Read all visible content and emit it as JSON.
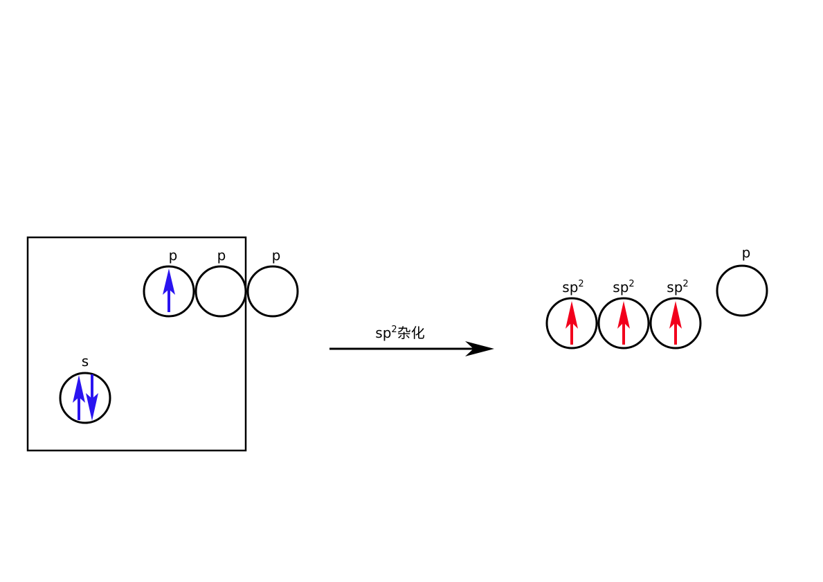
{
  "colors": {
    "initial_electron": "#2a14f0",
    "hybrid_electron": "#f2001c",
    "outline": "#000000",
    "background": "#ffffff"
  },
  "ground_state": {
    "s_label": "s",
    "p_labels": [
      "p",
      "p",
      "p"
    ]
  },
  "reaction": {
    "label_main": "sp",
    "label_sup": "2",
    "label_tail": "杂化"
  },
  "hybridized_state": {
    "sp2_labels": [
      {
        "main": "sp",
        "sup": "2"
      },
      {
        "main": "sp",
        "sup": "2"
      },
      {
        "main": "sp",
        "sup": "2"
      }
    ],
    "p_label": "p"
  },
  "electrons": {
    "s_orbital": [
      "up",
      "down"
    ],
    "p_orbitals": [
      "up",
      "empty",
      "empty"
    ],
    "sp2_orbitals": [
      "up",
      "up",
      "up"
    ],
    "unhybridized_p": [
      "empty"
    ]
  }
}
